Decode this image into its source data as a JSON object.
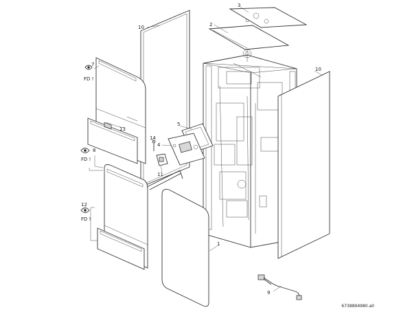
{
  "callouts": [
    {
      "id": "c1",
      "label": "1"
    },
    {
      "id": "c2",
      "label": "2"
    },
    {
      "id": "c3",
      "label": "3"
    },
    {
      "id": "c4",
      "label": "4"
    },
    {
      "id": "c5",
      "label": "5"
    },
    {
      "id": "c7",
      "label": "7"
    },
    {
      "id": "c8",
      "label": "8"
    },
    {
      "id": "c9",
      "label": "9"
    },
    {
      "id": "c10a",
      "label": "10"
    },
    {
      "id": "c10b",
      "label": "10"
    },
    {
      "id": "c11",
      "label": "11"
    },
    {
      "id": "c12",
      "label": "12"
    },
    {
      "id": "c13",
      "label": "13"
    },
    {
      "id": "c14",
      "label": "14"
    }
  ],
  "fd_markers": [
    {
      "id": "fd7",
      "label": "FD !"
    },
    {
      "id": "fd8",
      "label": "FD !"
    },
    {
      "id": "fd12",
      "label": "FD !"
    }
  ],
  "drawing_id": "6738894980.a0",
  "icons": [
    "eye-icon"
  ]
}
